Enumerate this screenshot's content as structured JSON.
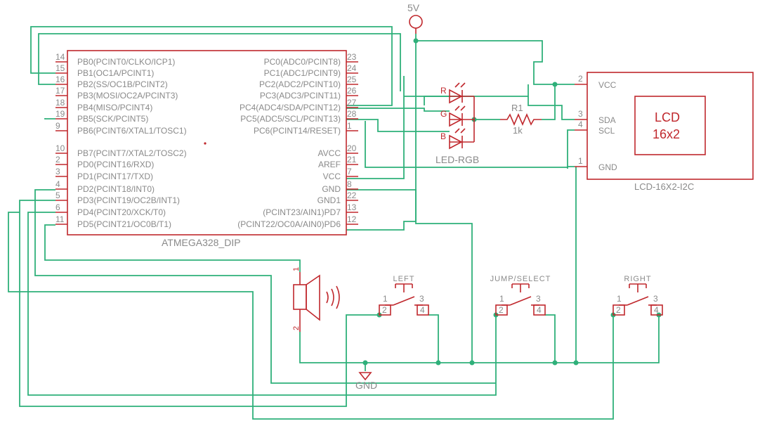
{
  "power": {
    "label": "5V"
  },
  "ground": {
    "label": "GND"
  },
  "mcu": {
    "name": "ATMEGA328_DIP",
    "left_pins": [
      {
        "num": "14",
        "name": "PB0(PCINT0/CLKO/ICP1)"
      },
      {
        "num": "15",
        "name": "PB1(OC1A/PCINT1)"
      },
      {
        "num": "16",
        "name": "PB2(SS/OC1B/PCINT2)"
      },
      {
        "num": "17",
        "name": "PB3(MOSI/OC2A/PCINT3)"
      },
      {
        "num": "18",
        "name": "PB4(MISO/PCINT4)"
      },
      {
        "num": "19",
        "name": "PB5(SCK/PCINT5)"
      },
      {
        "num": "9",
        "name": "PB6(PCINT6/XTAL1/TOSC1)"
      },
      {
        "num": "10",
        "name": "PB7(PCINT7/XTAL2/TOSC2)"
      },
      {
        "num": "2",
        "name": "PD0(PCINT16/RXD)"
      },
      {
        "num": "3",
        "name": "PD1(PCINT17/TXD)"
      },
      {
        "num": "4",
        "name": "PD2(PCINT18/INT0)"
      },
      {
        "num": "5",
        "name": "PD3(PCINT19/OC2B/INT1)"
      },
      {
        "num": "6",
        "name": "PD4(PCINT20/XCK/T0)"
      },
      {
        "num": "11",
        "name": "PD5(PCINT21/OC0B/T1)"
      }
    ],
    "right_pins": [
      {
        "num": "23",
        "name": "PC0(ADC0/PCINT8)"
      },
      {
        "num": "24",
        "name": "PC1(ADC1/PCINT9)"
      },
      {
        "num": "25",
        "name": "PC2(ADC2/PCINT10)"
      },
      {
        "num": "26",
        "name": "PC3(ADC3/PCINT11)"
      },
      {
        "num": "27",
        "name": "PC4(ADC4/SDA/PCINT12)"
      },
      {
        "num": "28",
        "name": "PC5(ADC5/SCL/PCINT13)"
      },
      {
        "num": "1",
        "name": "PC6(PCINT14/RESET)"
      },
      {
        "num": "20",
        "name": "AVCC"
      },
      {
        "num": "21",
        "name": "AREF"
      },
      {
        "num": "7",
        "name": "VCC"
      },
      {
        "num": "8",
        "name": "GND"
      },
      {
        "num": "22",
        "name": "GND1"
      },
      {
        "num": "13",
        "name": "(PCINT23/AIN1)PD7"
      },
      {
        "num": "12",
        "name": "(PCINT22/OC0A/AIN0)PD6"
      }
    ]
  },
  "led": {
    "name": "LED-RGB",
    "r": "R",
    "g": "G",
    "b": "B"
  },
  "resistor": {
    "name": "R1",
    "value": "1k"
  },
  "lcd": {
    "name": "LCD-16X2-I2C",
    "text_line1": "LCD",
    "text_line2": "16x2",
    "pins": [
      {
        "num": "2",
        "name": "VCC"
      },
      {
        "num": "3",
        "name": "SDA"
      },
      {
        "num": "4",
        "name": "SCL"
      },
      {
        "num": "1",
        "name": "GND"
      }
    ]
  },
  "speaker": {
    "pin1": "1",
    "pin2": "2"
  },
  "buttons": [
    {
      "name": "LEFT",
      "pins": [
        "1",
        "3",
        "2",
        "4"
      ]
    },
    {
      "name": "JUMP/SELECT",
      "pins": [
        "1",
        "3",
        "2",
        "4"
      ]
    },
    {
      "name": "RIGHT",
      "pins": [
        "1",
        "3",
        "2",
        "4"
      ]
    }
  ]
}
